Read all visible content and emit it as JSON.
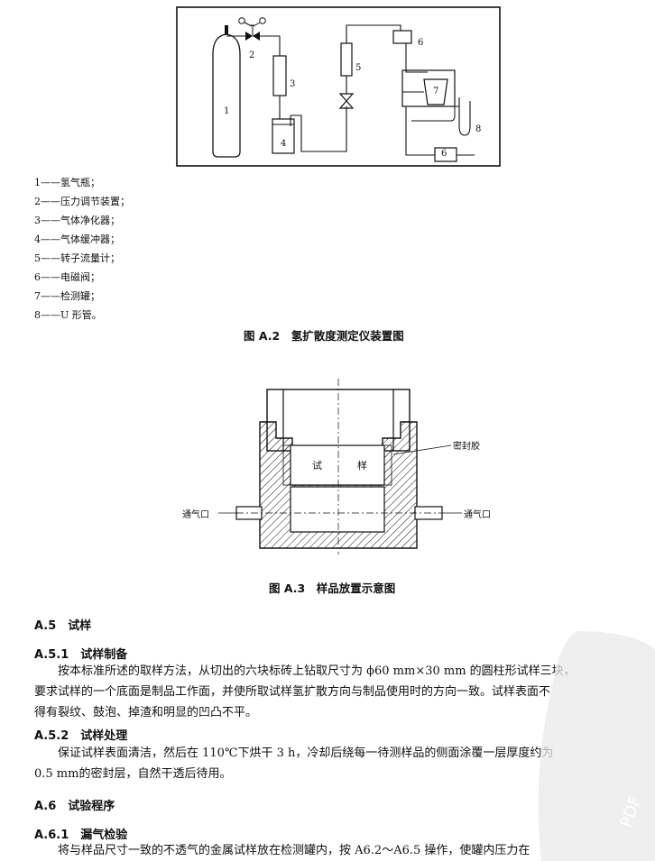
{
  "figure_a2": {
    "component_numbers": [
      "1",
      "2",
      "3",
      "4",
      "5",
      "6",
      "7",
      "8",
      "6"
    ],
    "legend": [
      "1——氢气瓶；",
      "2——压力调节装置；",
      "3——气体净化器；",
      "4——气体缓冲器；",
      "5——转子流量计；",
      "6——电磁阀；",
      "7——检测罐；",
      "8——U 形管。"
    ],
    "caption": "图 A.2　氢扩散度测定仪装置图"
  },
  "figure_a3": {
    "sample_label_left": "试",
    "sample_label_right": "样",
    "sealant_label": "密封胶",
    "inlet_left": "通气口",
    "inlet_right": "通气口",
    "caption": "图 A.3　样品放置示意图"
  },
  "sections": {
    "a5_title": "A.5　试样",
    "a51_title": "A.5.1　试样制备",
    "a51_line1": "按本标准所述的取样方法，从切出的六块标砖上钻取尺寸为 ϕ60 mm×30 mm 的圆柱形试样三块，",
    "a51_line2": "要求试样的一个底面是制品工作面，并使所取试样氢扩散方向与制品使用时的方向一致。试样表面不",
    "a51_line3": "得有裂纹、鼓泡、掉渣和明显的凹凸不平。",
    "a52_title": "A.5.2　试样处理",
    "a52_line1": "保证试样表面清洁，然后在 110℃下烘干 3 h，冷却后绕每一待测样品的侧面涂覆一层厚度约为",
    "a52_line2": "0.5 mm的密封层，自然干透后待用。",
    "a6_title": "A.6　试验程序",
    "a61_title": "A.6.1　漏气检验",
    "a61_line1": "将与样品尺寸一致的不透气的金属试样放在检测罐内，按 A6.2～A6.5 操作，使罐内压力在"
  },
  "watermark": {
    "text": "PDF"
  }
}
